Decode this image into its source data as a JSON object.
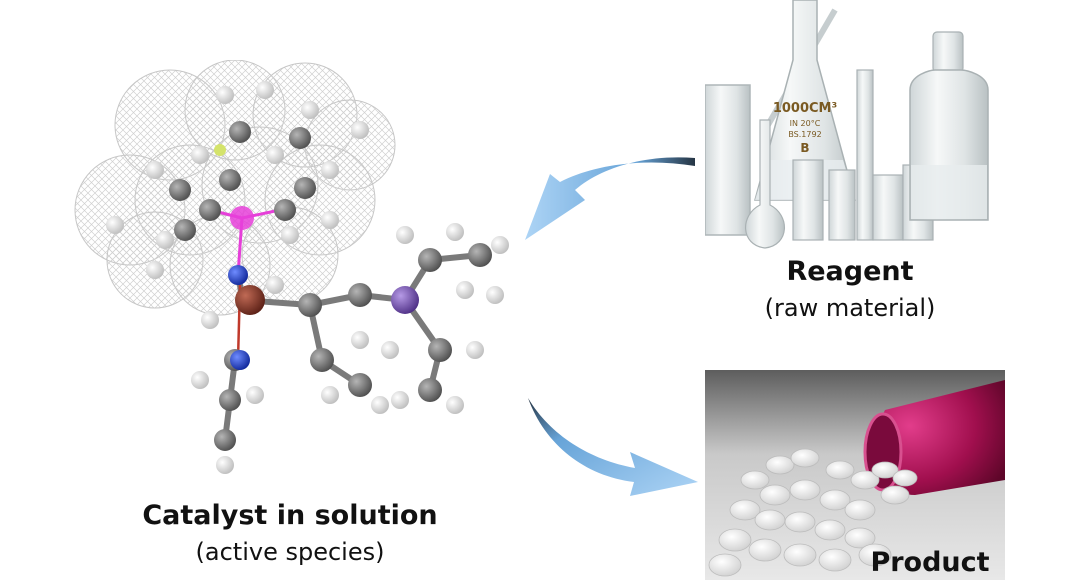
{
  "catalyst": {
    "title": "Catalyst in solution",
    "subtitle": "(active species)"
  },
  "reagent": {
    "title": "Reagent",
    "subtitle": "(raw material)",
    "flask_label_1": "1000CM³",
    "flask_label_2": "IN 20°C",
    "flask_label_3": "BS.1792",
    "flask_label_4": "B"
  },
  "product": {
    "title": "Product"
  },
  "colors": {
    "arrow": "#7fb8e8",
    "pill": "#f4f4f4",
    "bottle": "#b8185f",
    "carbon": "#6d6d6d",
    "hydrogen": "#eeeeee",
    "nitrogen": "#1c3fd6",
    "metal": "#8c3b2d",
    "phosphorus": "#7d5ab7",
    "center": "#e63fd9"
  }
}
